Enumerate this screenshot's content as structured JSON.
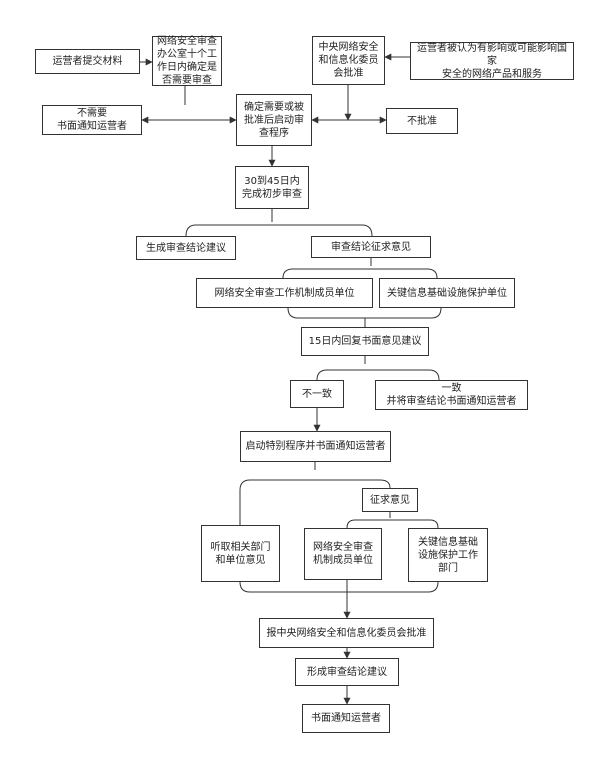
{
  "nodes": {
    "operator_submit": "运营者提交材料",
    "cac_office": "网络安全审查\n办公室十个工\n作日内确定是\n否需要审查",
    "cac_committee": "中央网络安全\n和信息化委员\n会批准",
    "operator_considered": "运营者被认为有影响或可能影响国家\n安全的网络产品和服务",
    "no_review_needed": "不需要\n书面通知运营者",
    "start_review": "确定需要或被\n批准后启动审\n查程序",
    "not_approved": "不批准",
    "initial_review": "30到45日内\n完成初步审查",
    "form_conclusion": "生成审查结论建议",
    "solicit_opinions": "审查结论征求意见",
    "member_units": "网络安全审查工作机制成员单位",
    "cii_protection": "关键信息基础设施保护单位",
    "reply_15_days": "15日内回复书面意见建议",
    "inconsistent": "不一致",
    "consistent": "一致\n并将审查结论书面通知运营者",
    "special_procedure": "启动特别程序并书面通知运营者",
    "solicit_opinions_2": "征求意见",
    "hear_departments": "听取相关部门\n和单位意见",
    "member_units_2": "网络安全审查\n机制成员单位",
    "cii_protection_dept": "关键信息基础\n设施保护工作\n部门",
    "report_committee": "报中央网络安全和信息化委员会批准",
    "form_conclusion_2": "形成审查结论建议",
    "written_notice": "书面通知运营者"
  }
}
